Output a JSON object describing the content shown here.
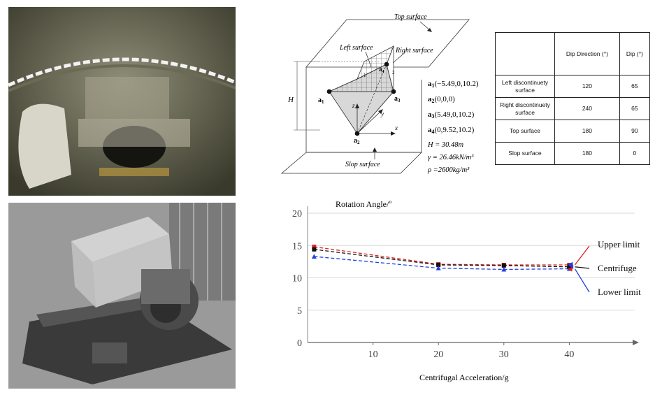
{
  "diagram": {
    "top_surface": "Top surface",
    "left_surface": "Left surface",
    "right_surface": "Right surface",
    "slope_surface": "Slop surface",
    "h_label": "H",
    "axis_x": "x",
    "axis_y": "y",
    "axis_z": "z",
    "edge_1": "1",
    "edge_2": "2",
    "points": [
      {
        "name": "a",
        "sub": "1",
        "text": "(−5.49,0,10.2)"
      },
      {
        "name": "a",
        "sub": "2",
        "text": "(0,0,0)"
      },
      {
        "name": "a",
        "sub": "3",
        "text": "(5.49,0,10.2)"
      },
      {
        "name": "a",
        "sub": "4",
        "text": "(0,9.52,10.2)"
      }
    ],
    "params": [
      "H = 30.48m",
      "γ = 26.46kN/m³",
      "ρ =2600kg/m³"
    ]
  },
  "table": {
    "headers": [
      "",
      "Dip Direction (°)",
      "Dip (°)"
    ],
    "rows": [
      [
        "Left discontinuety surface",
        "120",
        "65"
      ],
      [
        "Right discontinuety surface",
        "240",
        "65"
      ],
      [
        "Top surface",
        "180",
        "90"
      ],
      [
        "Slop surface",
        "180",
        "0"
      ]
    ]
  },
  "chart_data": {
    "type": "line",
    "ylabel": "Rotation Angle/º",
    "xlabel": "Centrifugal Acceleration/g",
    "x": [
      1,
      20,
      30,
      40
    ],
    "xlim": [
      0,
      50
    ],
    "ylim": [
      0,
      20
    ],
    "x_ticks": [
      "10",
      "20",
      "30",
      "40"
    ],
    "y_ticks": [
      "0",
      "5",
      "10",
      "15",
      "20"
    ],
    "grid": "horizontal",
    "series": [
      {
        "name": "Upper limit",
        "color": "#e02020",
        "values": [
          14.8,
          12.1,
          12.0,
          12.0
        ]
      },
      {
        "name": "Centrifuge",
        "color": "#111111",
        "values": [
          14.4,
          12.0,
          11.9,
          11.7
        ]
      },
      {
        "name": "Lower limit",
        "color": "#2040e0",
        "values": [
          13.3,
          11.5,
          11.3,
          11.4
        ]
      }
    ]
  }
}
